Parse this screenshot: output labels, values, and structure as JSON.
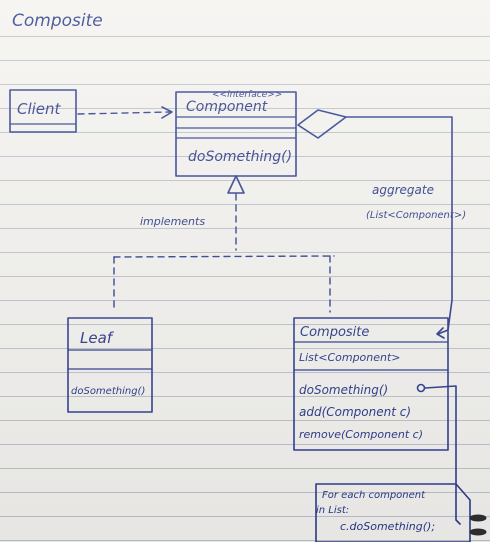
{
  "title": "Composite",
  "client": {
    "name": "Client"
  },
  "component": {
    "stereotype": "<<interface>>",
    "name": "Component",
    "methods": [
      "doSomething()"
    ]
  },
  "leaf": {
    "name": "Leaf",
    "methods": [
      "doSomething()"
    ]
  },
  "composite": {
    "name": "Composite",
    "attributes": [
      "List<Component>"
    ],
    "methods": [
      "doSomething()",
      "add(Component c)",
      "remove(Component c)"
    ]
  },
  "relations": {
    "implements_label": "implements",
    "aggregate_label": "aggregate",
    "aggregate_detail": "(List<Component>)"
  },
  "note": {
    "line1": "For each component",
    "line2": "in List:",
    "line3": "c.doSomething();"
  },
  "colors": {
    "ink": "#1f2f86",
    "paper": "#f3f2ee",
    "rule": "#b9bfc9"
  }
}
